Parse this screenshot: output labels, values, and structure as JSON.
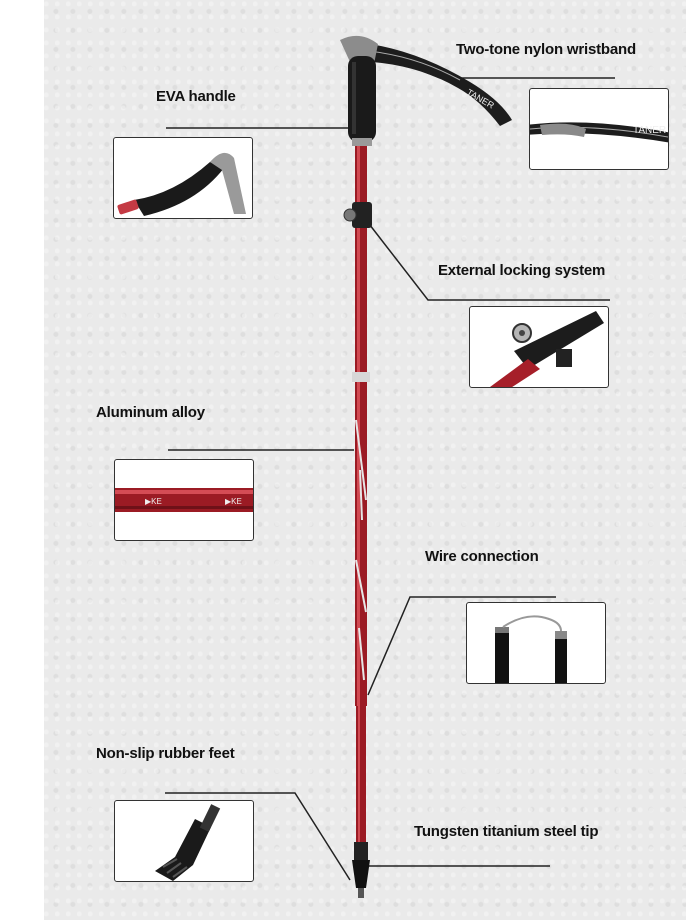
{
  "callouts": {
    "wristband": "Two-tone nylon wristband",
    "handle": "EVA handle",
    "locking": "External locking system",
    "alloy": "Aluminum alloy",
    "wire": "Wire connection",
    "feet": "Non-slip rubber feet",
    "tip": "Tungsten titanium steel tip"
  },
  "strap_text": "TANER",
  "colors": {
    "pole_red": "#9b1b24",
    "grip_black": "#1a1a1a",
    "background": "#eaeaea"
  }
}
